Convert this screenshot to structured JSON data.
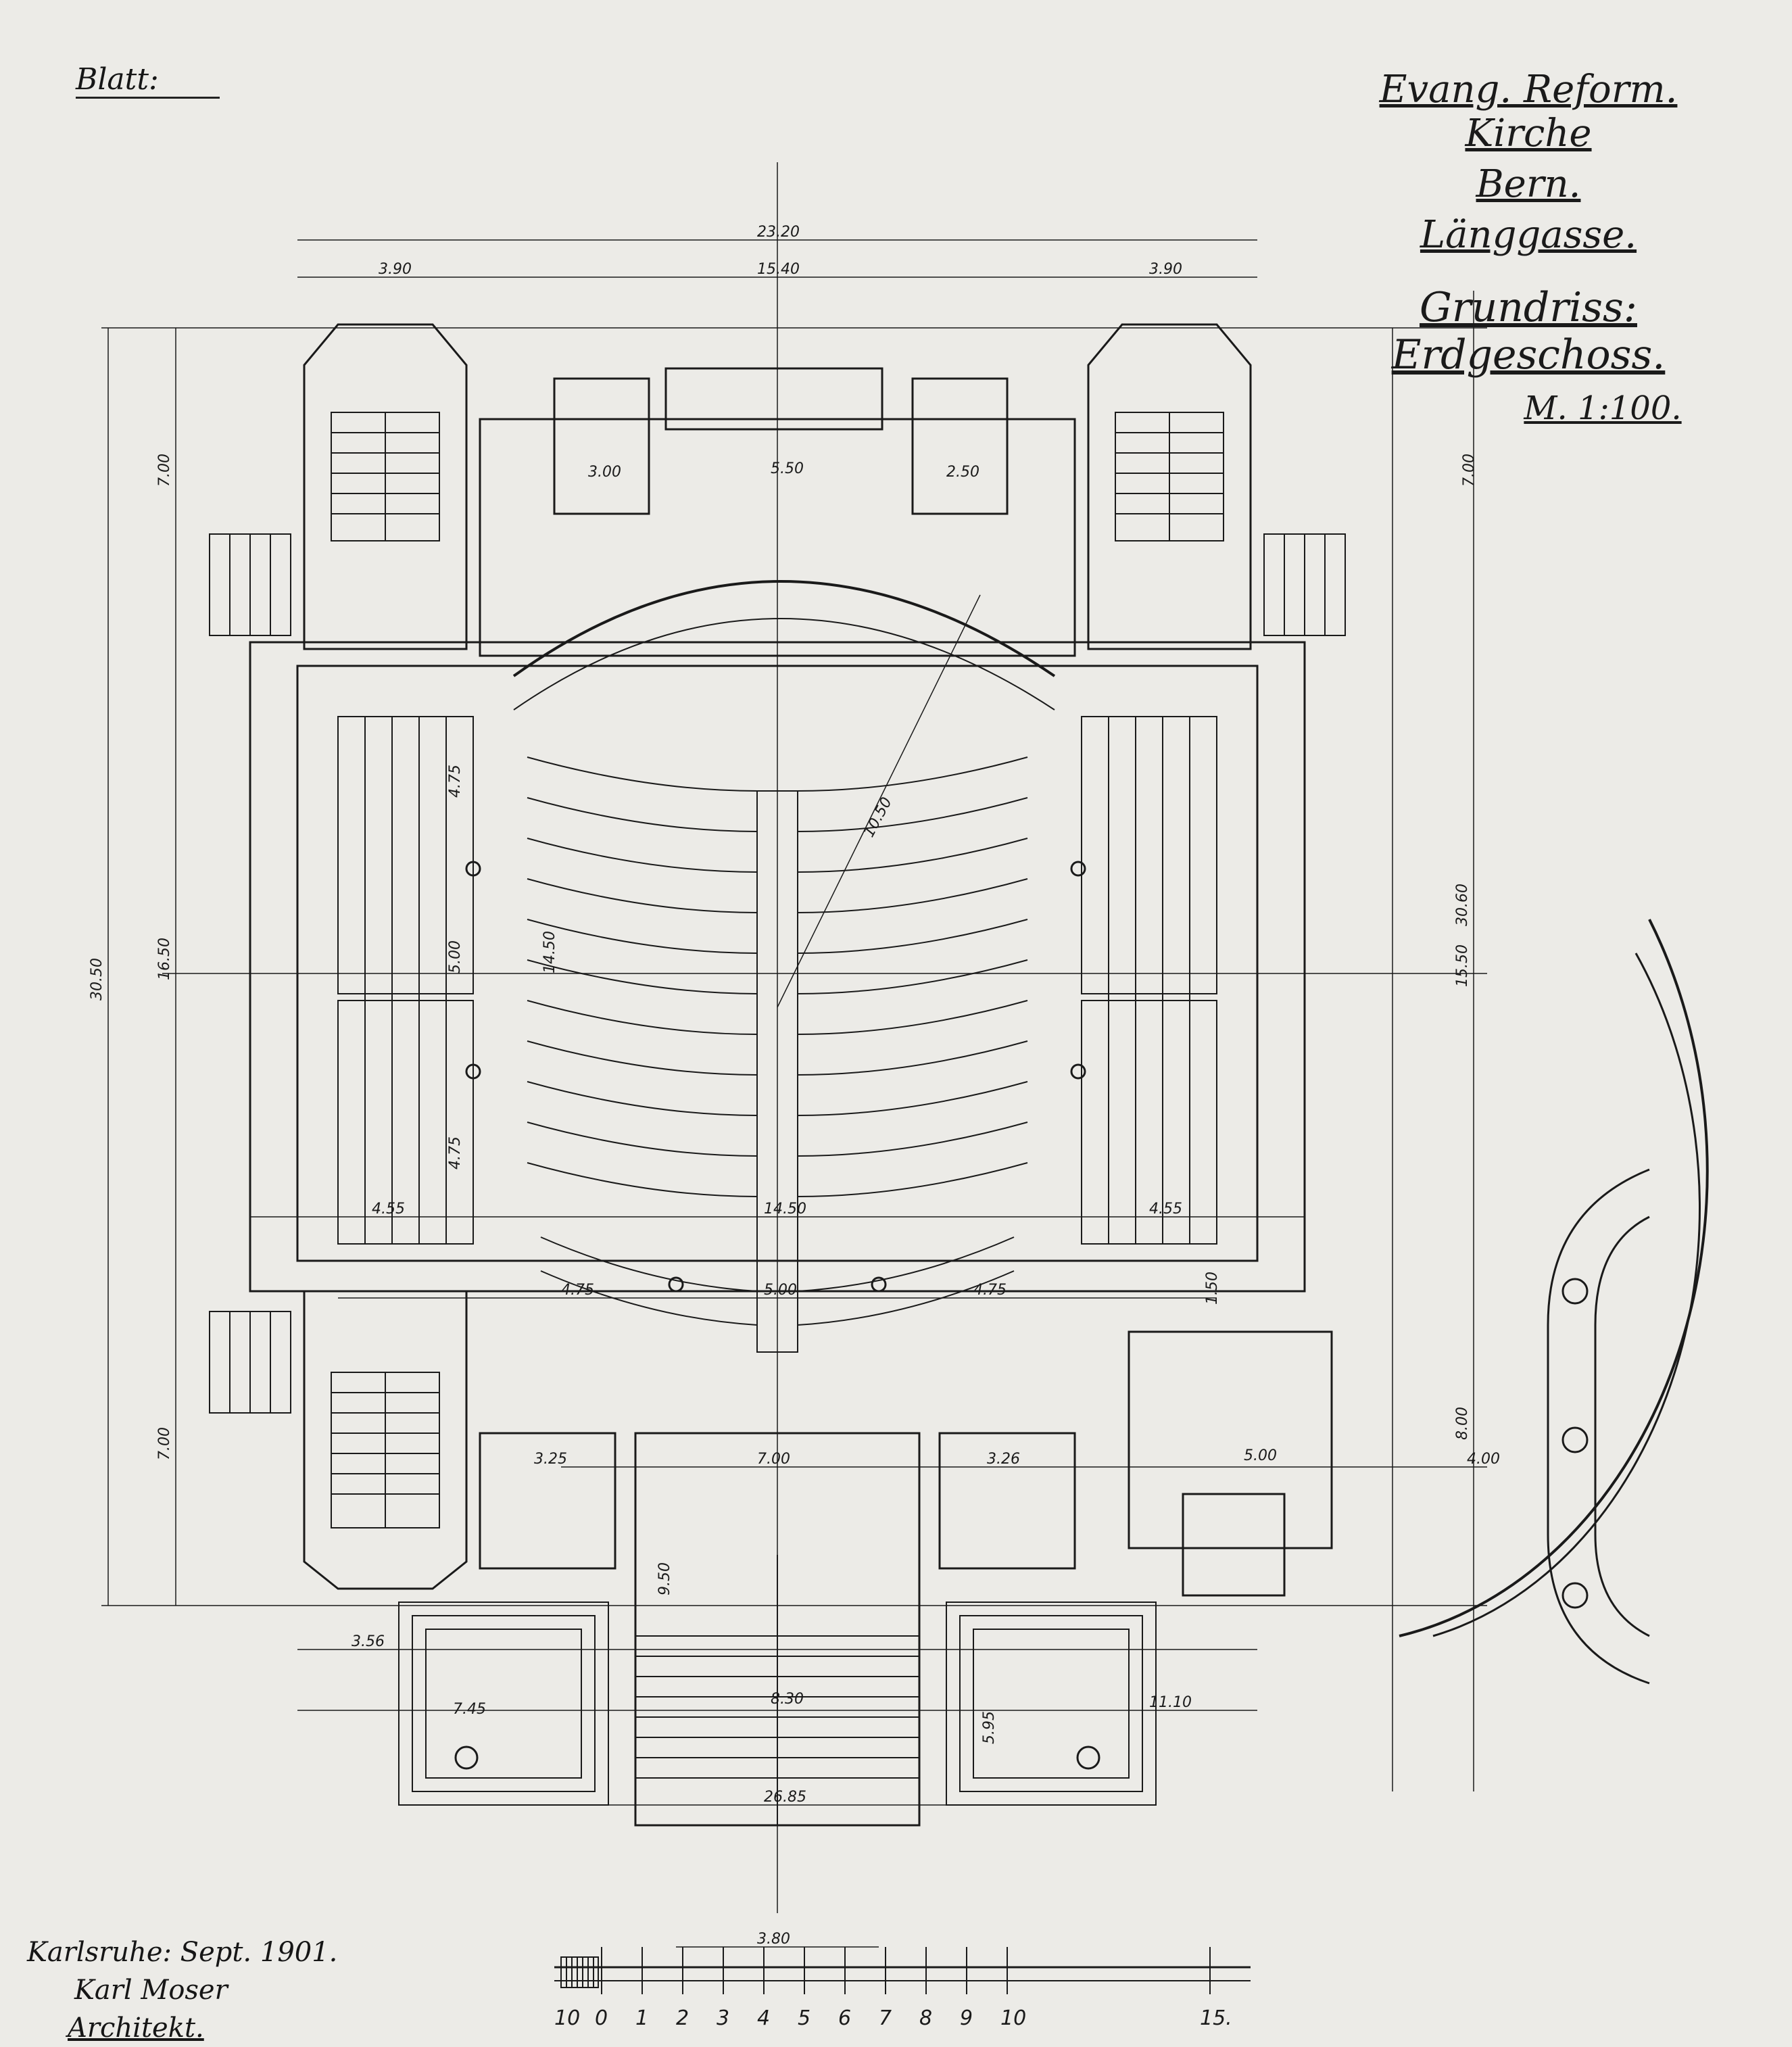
{
  "sheet": {
    "label": "Blatt:"
  },
  "title": {
    "line1": "Evang. Reform. Kirche",
    "line2": "Bern.",
    "line3": "Länggasse.",
    "line4": "Grundriss: Erdgeschoss.",
    "scale": "M. 1:100."
  },
  "signature": {
    "line1": "Karlsruhe: Sept. 1901.",
    "line2": "Karl Moser",
    "line3": "Architekt."
  },
  "dimensions": {
    "overall_width": "23.20",
    "center_width": "15.40",
    "left_tower": "3.90",
    "right_tower": "3.90",
    "height_left": "30.50",
    "height_right": "30.60",
    "nave_width_top": "14.50",
    "nave_width_bottom": "14.50",
    "aisle_width": "16.50",
    "side_left": "4.55",
    "side_right": "4.55",
    "upper_left": "7.00",
    "lower_left": "7.00",
    "upper_right": "7.00",
    "right_mid": "15.50",
    "right_annex": "8.00",
    "annex_depth": "4.00",
    "chancel": "5.50",
    "entrance": "7.00",
    "stair_width": "8.30",
    "porch_width": "26.85",
    "porch_left": "3.56",
    "porch_right": "11.10",
    "radius": "10.50",
    "bottom_dim": "3.80",
    "seg_a": "4.75",
    "seg_b": "5.00",
    "seg_c": "4.75",
    "pier_a": "4.75",
    "pier_b": "5.00",
    "pier_c": "4.75",
    "annex_w": "5.00",
    "annex_h": "1.50",
    "porch_h": "7.45",
    "porch_mid": "9.50",
    "porch_right_h": "5.95",
    "room_a": "3.25",
    "room_b": "3.26",
    "room_c": "2.50",
    "room_d": "3.00"
  },
  "scale_bar": {
    "ticks": [
      "10",
      "0",
      "1",
      "2",
      "3",
      "4",
      "5",
      "6",
      "7",
      "8",
      "9",
      "10",
      "15."
    ]
  }
}
